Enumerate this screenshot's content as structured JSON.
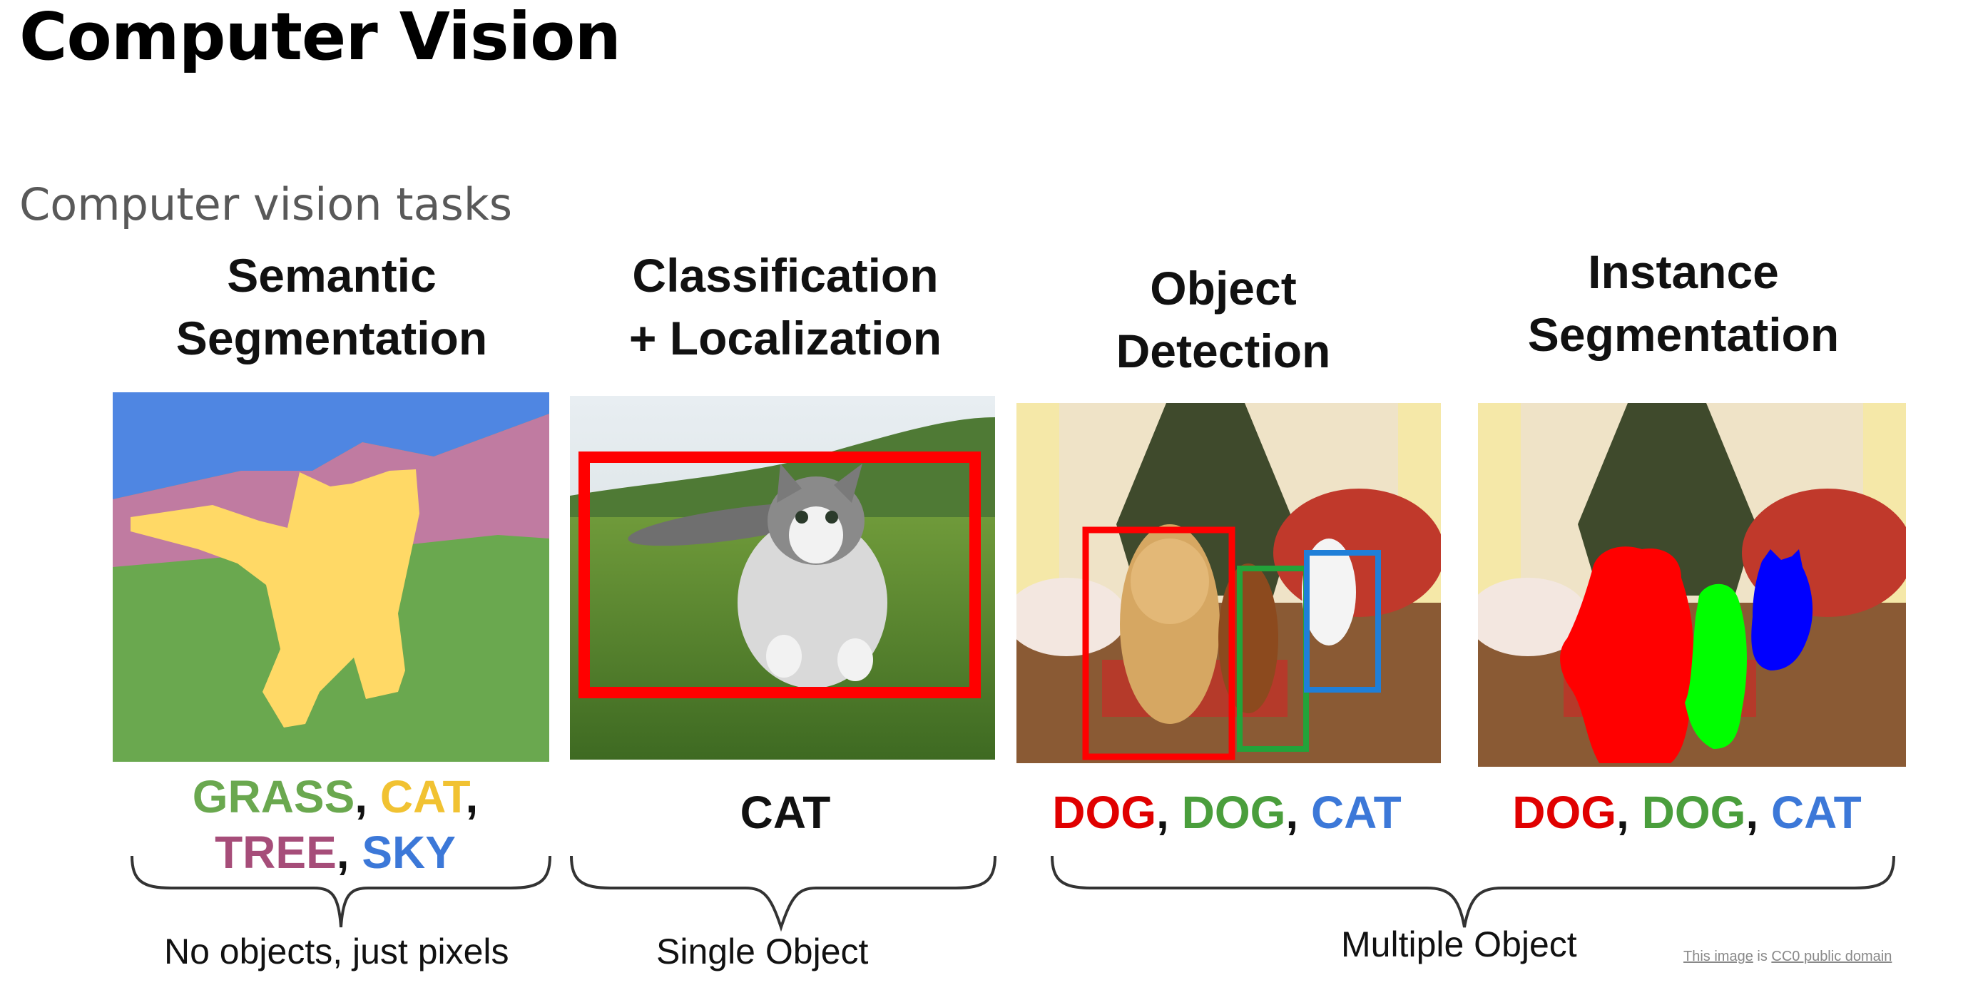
{
  "header": {
    "title": "Computer Vision",
    "subtitle": "Computer vision tasks"
  },
  "panels": [
    {
      "title_line1": "Semantic",
      "title_line2": "Segmentation",
      "labels": [
        {
          "text": "GRASS",
          "color": "#6aa84f"
        },
        {
          "text": "CAT",
          "color": "#f1c232"
        },
        {
          "text": "TREE",
          "color": "#a64d79"
        },
        {
          "text": "SKY",
          "color": "#3c78d8"
        }
      ],
      "separator": ","
    },
    {
      "title_line1": "Classification",
      "title_line2": "+ Localization",
      "labels": [
        {
          "text": "CAT",
          "color": "#111111"
        }
      ]
    },
    {
      "title_line1": "Object",
      "title_line2": "Detection",
      "labels": [
        {
          "text": "DOG",
          "color": "#e00000"
        },
        {
          "text": "DOG",
          "color": "#4a9e3c"
        },
        {
          "text": "CAT",
          "color": "#3c78d8"
        }
      ]
    },
    {
      "title_line1": "Instance",
      "title_line2": "Segmentation",
      "labels": [
        {
          "text": "DOG",
          "color": "#e00000"
        },
        {
          "text": "DOG",
          "color": "#4a9e3c"
        },
        {
          "text": "CAT",
          "color": "#3c78d8"
        }
      ]
    }
  ],
  "groups": {
    "no_objects": "No objects, just pixels",
    "single_object": "Single Object",
    "multiple_object": "Multiple Object"
  },
  "credit": {
    "part1": "This image",
    "part2": " is ",
    "part3": "CC0 public domain"
  },
  "colors": {
    "sky": "#4f86e2",
    "tree": "#c07ba1",
    "grass": "#6aa84f",
    "cat": "#ffd966",
    "box_red": "#ff0000",
    "box_green": "#22a33a",
    "box_blue": "#1f7fd8",
    "mask_green": "#00ff00",
    "mask_blue": "#0000ff"
  }
}
